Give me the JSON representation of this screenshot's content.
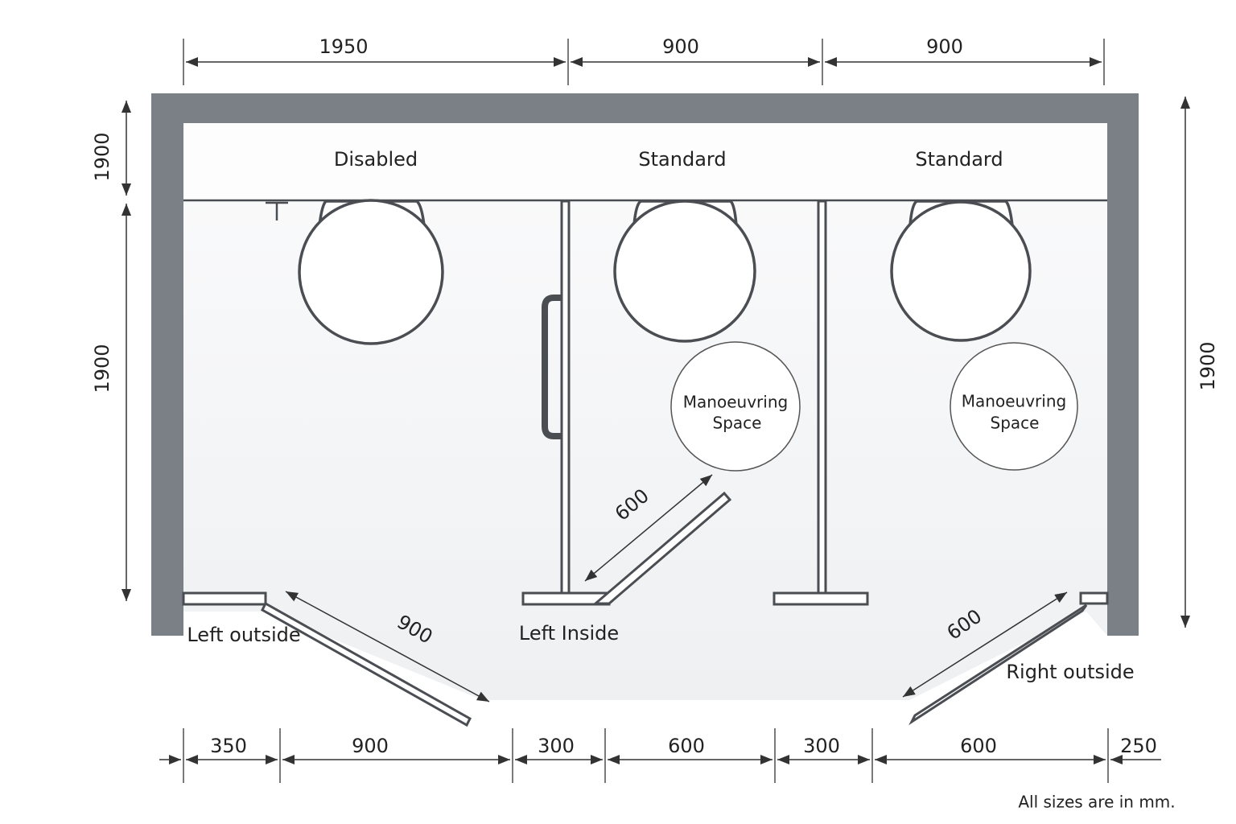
{
  "stalls": [
    {
      "label": "Disabled",
      "door": "Left outside"
    },
    {
      "label": "Standard",
      "door": "Left Inside",
      "space": [
        "Manoeuvring",
        "Space"
      ]
    },
    {
      "label": "Standard",
      "door": "Right outside",
      "space": [
        "Manoeuvring",
        "Space"
      ]
    }
  ],
  "top_dims": [
    "1950",
    "900",
    "900"
  ],
  "left_dims": [
    "1900",
    "1900"
  ],
  "right_dim": "1900",
  "bottom_dims": [
    "350",
    "900",
    "300",
    "600",
    "300",
    "600",
    "250"
  ],
  "door_dims": [
    "900",
    "600",
    "600"
  ],
  "note": "All sizes are in mm.",
  "colors": {
    "wall": "#7b7f86",
    "line": "#4a4d52"
  }
}
